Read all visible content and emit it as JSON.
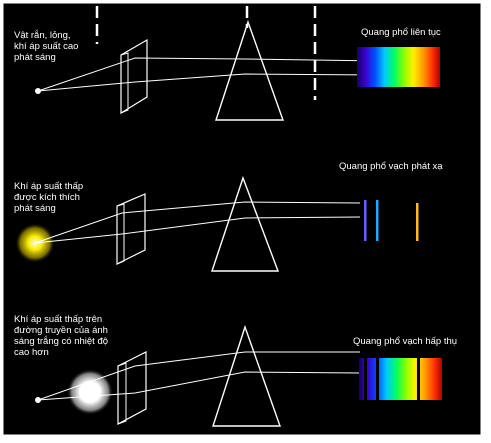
{
  "panels": [
    {
      "source_label": "Vật rắn, lỏng,\nkhí áp suất cao\nphát sáng",
      "spectrum_title": "Quang phổ liên tục",
      "spectrum_kind": "continuous"
    },
    {
      "source_label": "Khí áp suất thấp\nđược kích thích\nphát sáng",
      "spectrum_title": "Quang phổ vạch phát xạ",
      "spectrum_kind": "emission"
    },
    {
      "source_label": "Khí áp suất thấp trên\nđường truyền của ánh\nsáng trắng có nhiệt độ\ncao hơn",
      "spectrum_title": "Quang phổ vạch hấp thụ",
      "spectrum_kind": "absorption"
    }
  ],
  "colors": {
    "background": "#000000",
    "frame": "#ffffff",
    "lines": "#ffffff",
    "sun_glow": "#f5e600",
    "white_glow": "#ffffff"
  }
}
